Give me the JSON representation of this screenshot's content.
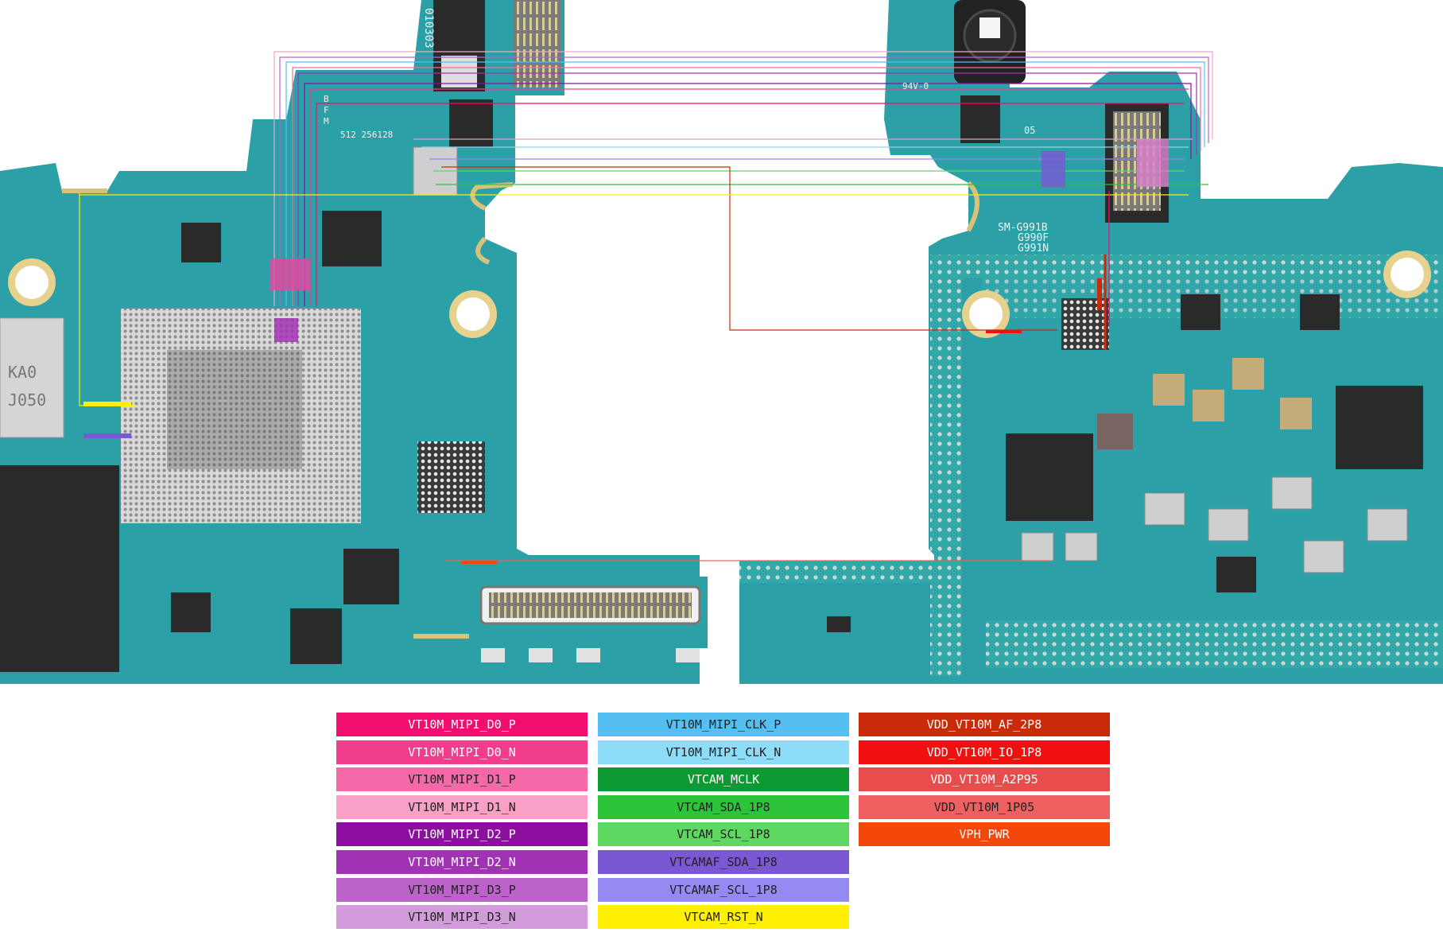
{
  "board": {
    "pcb_color": "#2ba0a6",
    "pcb_dark": "#1d7f86",
    "silk_labels": [
      {
        "id": "s1",
        "text": "010303"
      },
      {
        "id": "s2",
        "text": "512 256128"
      },
      {
        "id": "s3",
        "text": "B"
      },
      {
        "id": "s4",
        "text": "F"
      },
      {
        "id": "s5",
        "text": "M"
      },
      {
        "id": "s6",
        "text": "94V-0"
      },
      {
        "id": "s7",
        "text": "05"
      },
      {
        "id": "s8",
        "text": "SM-G991B"
      },
      {
        "id": "s9",
        "text": "G990F"
      },
      {
        "id": "s10",
        "text": "G991N"
      },
      {
        "id": "s11",
        "text": "KA0"
      },
      {
        "id": "s12",
        "text": "J050"
      }
    ]
  },
  "legend": {
    "columns": [
      [
        {
          "label": "VT10M_MIPI_D0_P",
          "color": "#f00e6e",
          "text_color": "#ffffff"
        },
        {
          "label": "VT10M_MIPI_D0_N",
          "color": "#f23c8c",
          "text_color": "#ffffff"
        },
        {
          "label": "VT10M_MIPI_D1_P",
          "color": "#f569a8",
          "text_color": "#222222"
        },
        {
          "label": "VT10M_MIPI_D1_N",
          "color": "#f8a0c6",
          "text_color": "#222222"
        },
        {
          "label": "VT10M_MIPI_D2_P",
          "color": "#8c0fa0",
          "text_color": "#ffffff"
        },
        {
          "label": "VT10M_MIPI_D2_N",
          "color": "#a232b4",
          "text_color": "#ffffff"
        },
        {
          "label": "VT10M_MIPI_D3_P",
          "color": "#bb63c8",
          "text_color": "#222222"
        },
        {
          "label": "VT10M_MIPI_D3_N",
          "color": "#d29bd9",
          "text_color": "#222222"
        }
      ],
      [
        {
          "label": "VT10M_MIPI_CLK_P",
          "color": "#56bff2",
          "text_color": "#222222"
        },
        {
          "label": "VT10M_MIPI_CLK_N",
          "color": "#8ddcf8",
          "text_color": "#222222"
        },
        {
          "label": "VTCAM_MCLK",
          "color": "#0e9a32",
          "text_color": "#ffffff"
        },
        {
          "label": "VTCAM_SDA_1P8",
          "color": "#2dc43c",
          "text_color": "#222222"
        },
        {
          "label": "VTCAM_SCL_1P8",
          "color": "#5fd862",
          "text_color": "#222222"
        },
        {
          "label": "VTCAMAF_SDA_1P8",
          "color": "#7a58d4",
          "text_color": "#222222"
        },
        {
          "label": "VTCAMAF_SCL_1P8",
          "color": "#948af2",
          "text_color": "#222222"
        },
        {
          "label": "VTCAM_RST_N",
          "color": "#ffef00",
          "text_color": "#222222"
        }
      ],
      [
        {
          "label": "VDD_VT10M_AF_2P8",
          "color": "#c82a0a",
          "text_color": "#ffffff"
        },
        {
          "label": "VDD_VT10M_IO_1P8",
          "color": "#f0100e",
          "text_color": "#ffffff"
        },
        {
          "label": "VDD_VT10M_A2P95",
          "color": "#e84c4c",
          "text_color": "#ffffff"
        },
        {
          "label": "VDD_VT10M_1P05",
          "color": "#ef6060",
          "text_color": "#222222"
        },
        {
          "label": "VPH_PWR",
          "color": "#f4470a",
          "text_color": "#ffffff"
        }
      ]
    ]
  }
}
